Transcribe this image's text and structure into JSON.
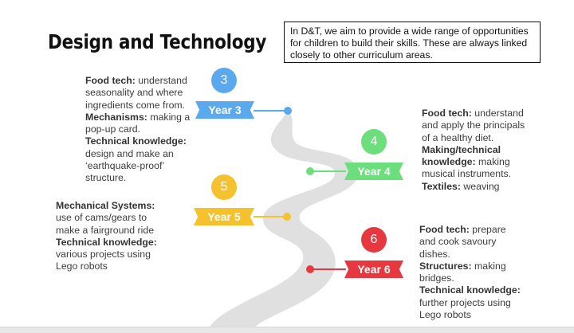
{
  "title": "Design and Technology",
  "intro": "In D&T, we aim to provide a wide range of opportunities for children to build their skills. These are always linked closely to other curriculum areas.",
  "colors": {
    "y3": "#5aa9ef",
    "y4": "#6cde7c",
    "y5": "#f5c12c",
    "y6": "#e8383f",
    "road": "#e0e0e0"
  },
  "years": [
    {
      "number": "3",
      "label": "Year 3",
      "lines": [
        {
          "k": "Food tech:",
          "t": " understand seasonality and where ingredients come from."
        },
        {
          "k": "Mechanisms:",
          "t": " making a pop-up card."
        },
        {
          "k": "Technical knowledge:",
          "t": " design and make an ‘earthquake-proof’ structure."
        }
      ]
    },
    {
      "number": "4",
      "label": "Year 4",
      "lines": [
        {
          "k": "Food tech:",
          "t": " understand and apply the principals of a healthy diet."
        },
        {
          "k": "Making/technical knowledge:",
          "t": " making musical instruments."
        },
        {
          "k": "Textiles:",
          "t": " weaving"
        }
      ]
    },
    {
      "number": "5",
      "label": "Year 5",
      "lines": [
        {
          "k": "Mechanical Systems:",
          "t": " use of cams/gears to make a fairground ride"
        },
        {
          "k": "Technical knowledge:",
          "t": " various projects using Lego robots"
        }
      ]
    },
    {
      "number": "6",
      "label": "Year 6",
      "lines": [
        {
          "k": "Food tech:",
          "t": " prepare and cook savoury dishes."
        },
        {
          "k": "Structures:",
          "t": " making bridges."
        },
        {
          "k": "Technical knowledge:",
          "t": " further projects using Lego robots"
        }
      ]
    }
  ]
}
